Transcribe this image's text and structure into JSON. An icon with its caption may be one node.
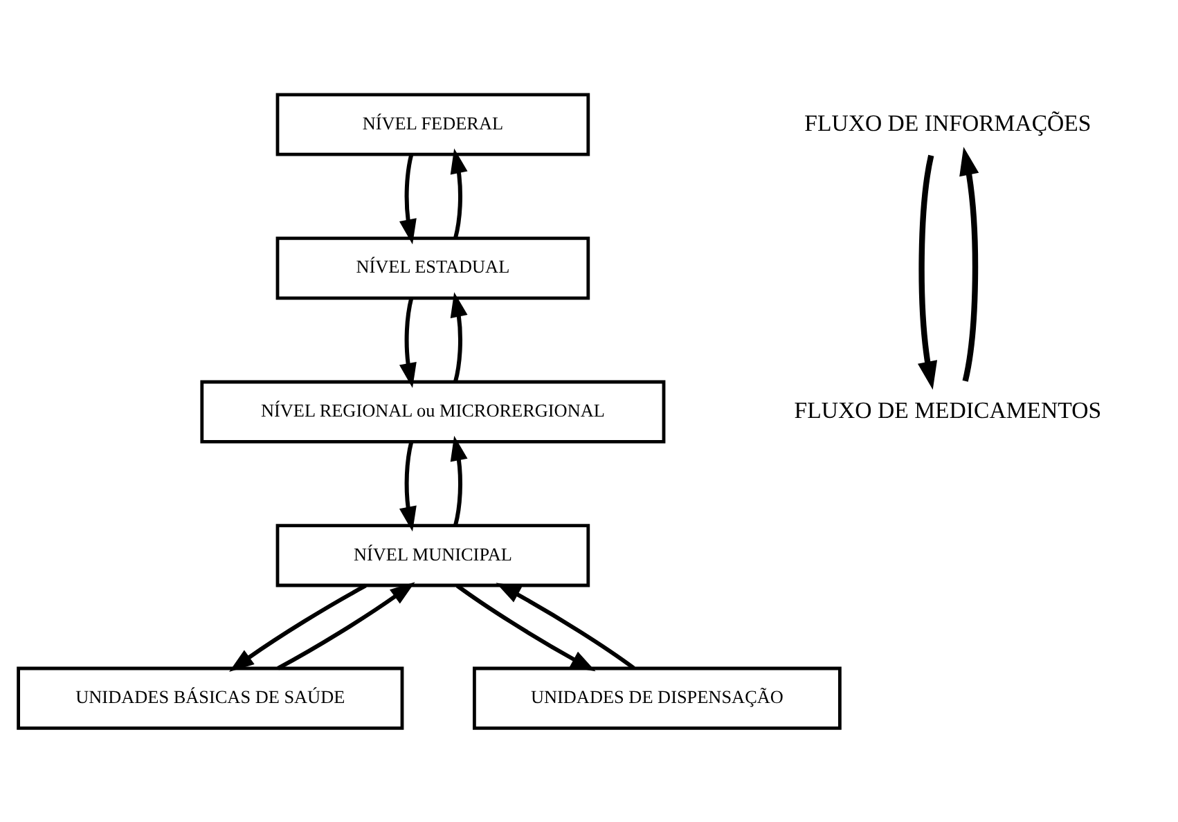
{
  "diagram": {
    "nodes": [
      {
        "text": [
          "NÍVEL FEDERAL"
        ]
      },
      {
        "text": [
          "NÍVEL ESTADUAL"
        ]
      },
      {
        "text": [
          "NÍVEL REGIONAL ou MICRORERGIONAL"
        ]
      },
      {
        "text": [
          "NÍVEL MUNICIPAL"
        ]
      },
      {
        "text": [
          "UNIDADES BÁSICAS DE SAÚDE"
        ]
      },
      {
        "text": [
          "UNIDADES DE DISPENSAÇÃO"
        ]
      }
    ],
    "edges": [
      {
        "from": 0,
        "to": 1,
        "arrow": "to"
      },
      {
        "from": 1,
        "to": 0,
        "arrow": "to"
      },
      {
        "from": 1,
        "to": 2,
        "arrow": "to"
      },
      {
        "from": 2,
        "to": 1,
        "arrow": "to"
      },
      {
        "from": 2,
        "to": 3,
        "arrow": "to"
      },
      {
        "from": 3,
        "to": 2,
        "arrow": "to"
      },
      {
        "from": 3,
        "to": 4,
        "arrow": "to"
      },
      {
        "from": 4,
        "to": 3,
        "arrow": "to"
      },
      {
        "from": 3,
        "to": 5,
        "arrow": "to"
      },
      {
        "from": 5,
        "to": 3,
        "arrow": "to"
      }
    ],
    "legend": [
      {
        "text": "FLUXO DE INFORMAÇÕES"
      },
      {
        "text": "FLUXO DE MEDICAMENTOS"
      }
    ]
  }
}
